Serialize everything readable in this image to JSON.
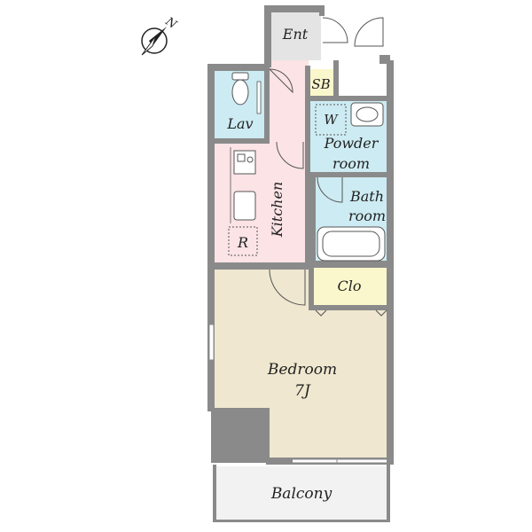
{
  "compass": {
    "label": "N",
    "icon": "north-arrow-icon"
  },
  "rooms": {
    "entrance": {
      "label": "Ent"
    },
    "shoe_box": {
      "label": "SB"
    },
    "lavatory": {
      "label": "Lav"
    },
    "washer": {
      "label": "W"
    },
    "powder_room": {
      "line1": "Powder",
      "line2": "room"
    },
    "kitchen": {
      "label": "Kitchen"
    },
    "refrigerator": {
      "label": "R"
    },
    "bathroom": {
      "line1": "Bath",
      "line2": "room"
    },
    "closet": {
      "label": "Clo"
    },
    "bedroom": {
      "line1": "Bedroom",
      "line2": "7J"
    },
    "balcony": {
      "label": "Balcony"
    }
  },
  "colors": {
    "wall": "#8a8a8a",
    "entrance": "#e4e4e4",
    "corridor_kitchen": "#fbe3e6",
    "wet_area": "#cdebf2",
    "storage": "#fbf7cc",
    "bedroom": "#efe7cf",
    "balcony": "#f2f2f2"
  }
}
